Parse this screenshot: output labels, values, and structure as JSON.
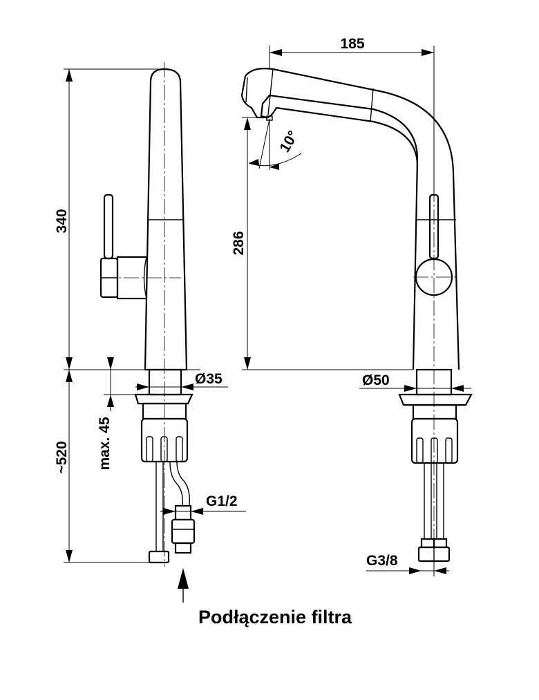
{
  "dimensions": {
    "height_total": "340",
    "below_counter": "~520",
    "counter_thickness": "max. 45",
    "base_diameter_left": "Ø35",
    "reach": "185",
    "spout_height": "286",
    "spout_angle": "10°",
    "base_diameter_right": "Ø50",
    "thread_filter": "G1/2",
    "thread_hose": "G3/8"
  },
  "caption": "Podłączenie filtra"
}
